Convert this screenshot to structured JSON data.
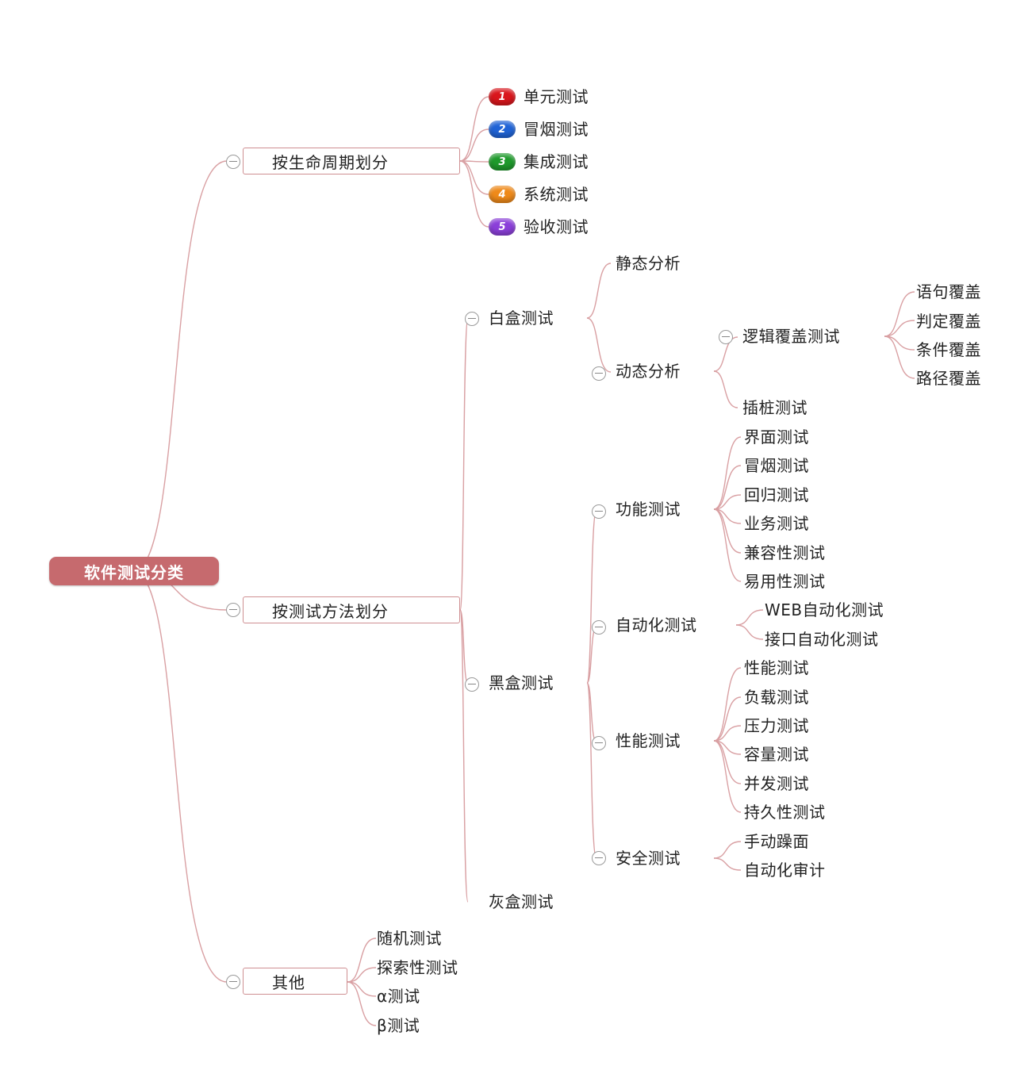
{
  "root": "软件测试分类",
  "colors": {
    "root_fill": "#c66a6e",
    "connector": "#d9a0a3",
    "box_border": "#cf8f92"
  },
  "lifecycle": {
    "label": "按生命周期划分",
    "items": [
      {
        "num": "1",
        "label": "单元测试",
        "color": "#d9161c"
      },
      {
        "num": "2",
        "label": "冒烟测试",
        "color": "#1f63d6"
      },
      {
        "num": "3",
        "label": "集成测试",
        "color": "#1f9a2c"
      },
      {
        "num": "4",
        "label": "系统测试",
        "color": "#ef8a1a"
      },
      {
        "num": "5",
        "label": "验收测试",
        "color": "#8b3fd9"
      }
    ]
  },
  "method": {
    "label": "按测试方法划分",
    "whitebox": {
      "label": "白盒测试",
      "static": "静态分析",
      "dynamic": {
        "label": "动态分析",
        "logic": {
          "label": "逻辑覆盖测试",
          "items": [
            "语句覆盖",
            "判定覆盖",
            "条件覆盖",
            "路径覆盖"
          ]
        },
        "stub": "插桩测试"
      }
    },
    "blackbox": {
      "label": "黑盒测试",
      "functional": {
        "label": "功能测试",
        "items": [
          "界面测试",
          "冒烟测试",
          "回归测试",
          "业务测试",
          "兼容性测试",
          "易用性测试"
        ]
      },
      "automation": {
        "label": "自动化测试",
        "items": [
          "WEB自动化测试",
          "接口自动化测试"
        ]
      },
      "performance": {
        "label": "性能测试",
        "items": [
          "性能测试",
          "负载测试",
          "压力测试",
          "容量测试",
          "并发测试",
          "持久性测试"
        ]
      },
      "security": {
        "label": "安全测试",
        "items": [
          "手动躁面",
          "自动化审计"
        ]
      }
    },
    "graybox": "灰盒测试"
  },
  "other": {
    "label": "其他",
    "items": [
      "随机测试",
      "探索性测试",
      "α测试",
      "β测试"
    ]
  }
}
